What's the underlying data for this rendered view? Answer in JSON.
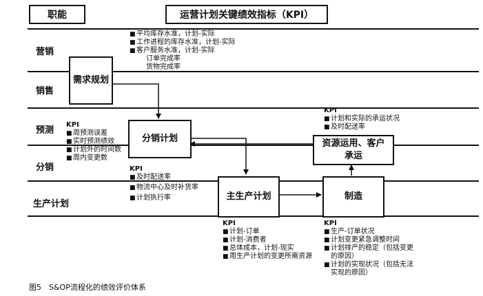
{
  "header": {
    "function_label": "职能",
    "kpi_title": "运营计划关键绩效指标（KPI）"
  },
  "rows": [
    "营销",
    "销售",
    "预测",
    "分销",
    "生产计划"
  ],
  "boxes": {
    "demand_planning": "需求规划",
    "distribution_planning": "分销计划",
    "resource_planning": [
      "资源运用、客户",
      "承运"
    ],
    "master_production": "主生产计划",
    "manufacturing": "制造"
  },
  "kpi_groups": {
    "top": {
      "items": [
        {
          "text": "平均库存水准，计划-实际",
          "bullet": true
        },
        {
          "text": "工作进程的库存水准，计划-实际",
          "bullet": true
        },
        {
          "text": "客户服务水准，计划-实际",
          "bullet": true
        },
        {
          "text": "订单完成率",
          "bullet": false
        },
        {
          "text": "货物完成率",
          "bullet": false
        }
      ]
    },
    "forecast": {
      "title": "KPI",
      "items": [
        "周预测误差",
        "实时预测绩效",
        "计划外的时间数",
        "周内变更数"
      ]
    },
    "distribution": {
      "title": "KPI",
      "items": [
        "及时配送率",
        "物流中心及时补货率",
        "计划执行率"
      ]
    },
    "resource": {
      "title": "KPI",
      "items": [
        "计划和实际的承运状况",
        "及时配送率"
      ]
    },
    "master": {
      "title": "KPI",
      "items": [
        "计划-订单",
        "计划-消费者",
        "总体成本，计划-现实",
        "周生产计划的变更所需资源"
      ]
    },
    "manufacturing": {
      "title": "KPI",
      "items": [
        {
          "text": "生产-订单状况",
          "cont": ""
        },
        {
          "text": "计划变更紧急调整时间",
          "cont": ""
        },
        {
          "text": "计划排产的稳定（包括变更",
          "cont": "的原因）"
        },
        {
          "text": "计划的实现状况（包括无法",
          "cont": "实现的原因）"
        }
      ]
    }
  },
  "bullet_symbol": "■",
  "caption": "图5　S&OP流程化的绩效评价体系"
}
